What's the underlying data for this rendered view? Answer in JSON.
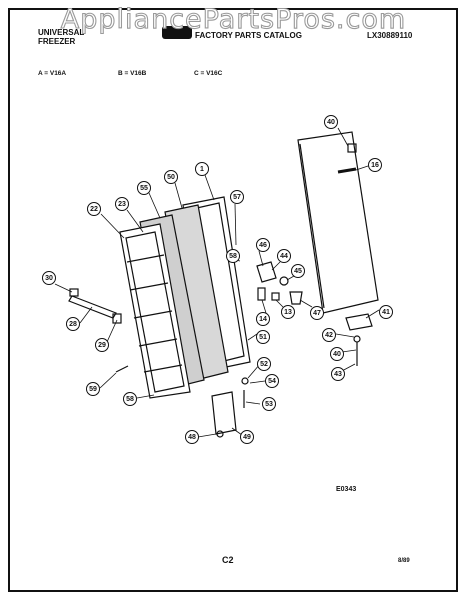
{
  "watermark": "AppliancePartsPros.com",
  "header": {
    "brand_line1": "UNIVERSAL",
    "brand_line2": "FREEZER",
    "catalog_title": "FACTORY PARTS CATALOG",
    "catalog_number": "LX30889110",
    "logo_text": "WCI"
  },
  "models": {
    "a": "A = V16A",
    "b": "B = V16B",
    "c": "C = V16C"
  },
  "callouts": {
    "c40a": "40",
    "c16": "16",
    "c1": "1",
    "c50": "50",
    "c55": "55",
    "c57": "57",
    "c23": "23",
    "c22": "22",
    "c46": "46",
    "c44": "44",
    "c58a": "58",
    "c45": "45",
    "c30": "30",
    "c14": "14",
    "c13": "13",
    "c47": "47",
    "c41": "41",
    "c28": "28",
    "c51": "51",
    "c42": "42",
    "c29": "29",
    "c40b": "40",
    "c43": "43",
    "c52": "52",
    "c59": "59",
    "c54": "54",
    "c58b": "58",
    "c53": "53",
    "c48": "48",
    "c49": "49"
  },
  "figure_code": "E0343",
  "page_label": "C2",
  "date_code": "8/89"
}
